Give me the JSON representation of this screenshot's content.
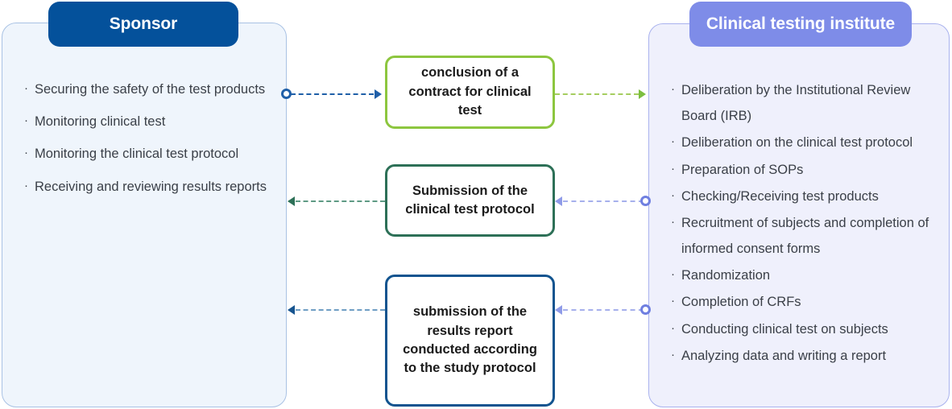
{
  "diagram": {
    "title": "Clinical test workflow between sponsor and clinical testing institute",
    "colors": {
      "sponsor_pill": "#04519b",
      "institute_pill": "#7e8ce8",
      "sponsor_panel_fill": "#eff5fc",
      "institute_panel_fill": "#eff0fc",
      "box_contract_border": "#8dc63f",
      "box_protocol_border": "#2d7057",
      "box_results_border": "#12548f",
      "arrow_blue": "#1f5fa8",
      "arrow_green": "#7cbf3f",
      "arrow_teal": "#2d7057",
      "arrow_periwinkle": "#8f9be8",
      "arrow_steel": "#16548f"
    }
  },
  "sponsor": {
    "header": "Sponsor",
    "items": [
      "Securing the safety of the test products",
      "Monitoring clinical test",
      "Monitoring the clinical test protocol",
      "Receiving and reviewing  results reports"
    ],
    "bullet": "·"
  },
  "institute": {
    "header": "Clinical testing institute",
    "items": [
      "Deliberation by the Institutional Review Board (IRB)",
      "Deliberation on the clinical test protocol",
      "Preparation of SOPs",
      "Checking/Receiving test products",
      "Recruitment of subjects and completion of informed consent forms",
      "Randomization",
      "Completion of CRFs",
      "Conducting clinical test on subjects",
      "Analyzing data and writing a report"
    ],
    "bullet": "·"
  },
  "center_boxes": {
    "contract": "conclusion of a contract for clinical test",
    "protocol": "Submission of the clinical test protocol",
    "results": "submission of the results report conducted according to the study protocol"
  },
  "connectors": {
    "row1_left": {
      "from": "sponsor",
      "to": "contract",
      "direction": "right",
      "style": "dashed",
      "marker": "circle-at-source"
    },
    "row1_right": {
      "from": "contract",
      "to": "institute",
      "direction": "right",
      "style": "dashed",
      "marker": "none"
    },
    "row2_left": {
      "from": "protocol",
      "to": "sponsor",
      "direction": "left",
      "style": "dashed",
      "marker": "none"
    },
    "row2_right": {
      "from": "institute",
      "to": "protocol",
      "direction": "left",
      "style": "dashed",
      "marker": "circle-at-source"
    },
    "row3_left": {
      "from": "results",
      "to": "sponsor",
      "direction": "left",
      "style": "dashed",
      "marker": "none"
    },
    "row3_right": {
      "from": "institute",
      "to": "results",
      "direction": "left",
      "style": "dashed",
      "marker": "circle-at-source"
    }
  }
}
